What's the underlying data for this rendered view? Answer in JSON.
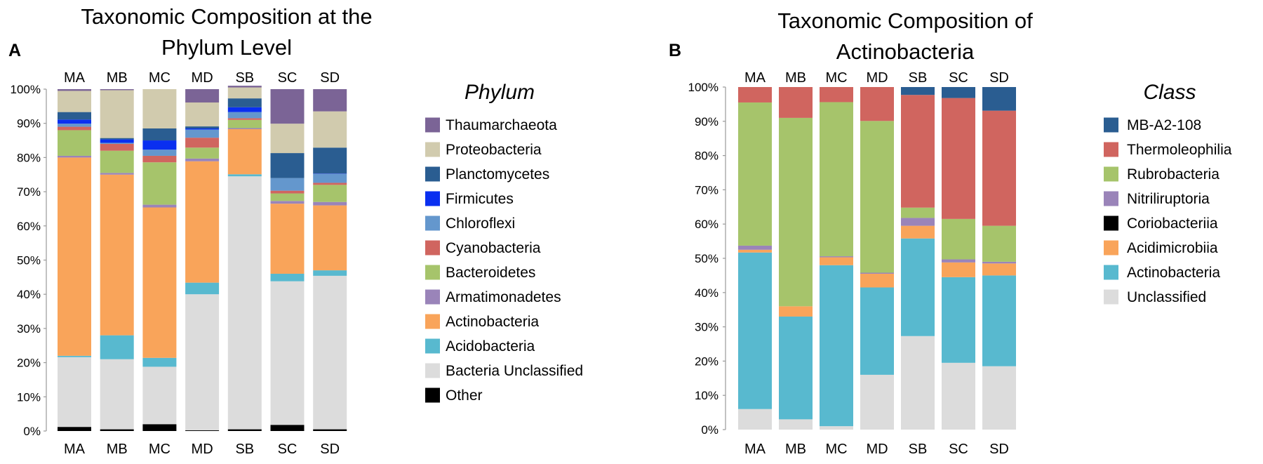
{
  "chart_data": [
    {
      "type": "bar",
      "stacked": true,
      "normalized": true,
      "panel_label": "A",
      "title": "Taxonomic Composition at the Phylum Level",
      "title_lines": [
        "Taxonomic Composition at the",
        "Phylum Level"
      ],
      "categories": [
        "MA",
        "MB",
        "MC",
        "MD",
        "SB",
        "SC",
        "SD"
      ],
      "ylim": [
        0,
        100
      ],
      "yticks": [
        "0%",
        "10%",
        "20%",
        "30%",
        "40%",
        "50%",
        "60%",
        "70%",
        "80%",
        "90%",
        "100%"
      ],
      "legend_title": "Phylum",
      "legend_position": "right",
      "series": [
        {
          "name": "Other",
          "color": "#000000",
          "values": [
            1.2,
            0.5,
            2.0,
            0.2,
            0.5,
            1.8,
            0.5
          ]
        },
        {
          "name": "Bacteria Unclassified",
          "color": "#dcdcdc",
          "values": [
            20.4,
            20.5,
            16.8,
            39.8,
            74.0,
            42.0,
            44.9
          ]
        },
        {
          "name": "Acidobacteria",
          "color": "#58b9cf",
          "values": [
            0.4,
            7.0,
            2.6,
            3.4,
            0.6,
            2.2,
            1.6
          ]
        },
        {
          "name": "Actinobacteria",
          "color": "#f9a45a",
          "values": [
            58.0,
            47.0,
            44.0,
            35.5,
            13.2,
            20.5,
            19.0
          ]
        },
        {
          "name": "Armatimonadetes",
          "color": "#9a84b9",
          "values": [
            0.5,
            0.5,
            0.8,
            0.8,
            0.3,
            0.8,
            1.0
          ]
        },
        {
          "name": "Bacteroidetes",
          "color": "#a6c46b",
          "values": [
            7.5,
            6.5,
            12.4,
            3.2,
            2.4,
            2.2,
            5.0
          ]
        },
        {
          "name": "Cyanobacteria",
          "color": "#d0655f",
          "values": [
            1.0,
            2.0,
            1.9,
            2.9,
            0.5,
            0.8,
            0.6
          ]
        },
        {
          "name": "Chloroflexi",
          "color": "#6497cd",
          "values": [
            0.9,
            0.3,
            1.8,
            2.4,
            1.8,
            3.7,
            2.6
          ]
        },
        {
          "name": "Firmicutes",
          "color": "#0a2ff0",
          "values": [
            1.2,
            1.0,
            2.7,
            0.3,
            1.4,
            0.0,
            0.1
          ]
        },
        {
          "name": "Planctomycetes",
          "color": "#2a5d91",
          "values": [
            2.2,
            0.4,
            3.5,
            0.6,
            2.6,
            7.3,
            7.6
          ]
        },
        {
          "name": "Proteobacteria",
          "color": "#d1cbae",
          "values": [
            6.2,
            14.0,
            11.5,
            7.0,
            3.2,
            8.6,
            10.6
          ]
        },
        {
          "name": "Thaumarchaeota",
          "color": "#7b6496",
          "values": [
            0.5,
            0.3,
            0.0,
            3.9,
            0.5,
            10.1,
            6.5
          ]
        }
      ],
      "legend_order": [
        "Thaumarchaeota",
        "Proteobacteria",
        "Planctomycetes",
        "Firmicutes",
        "Chloroflexi",
        "Cyanobacteria",
        "Bacteroidetes",
        "Armatimonadetes",
        "Actinobacteria",
        "Acidobacteria",
        "Bacteria Unclassified",
        "Other"
      ]
    },
    {
      "type": "bar",
      "stacked": true,
      "normalized": true,
      "panel_label": "B",
      "title": "Taxonomic Composition  of Actinobacteria",
      "title_lines": [
        "Taxonomic Composition  of",
        "Actinobacteria"
      ],
      "categories": [
        "MA",
        "MB",
        "MC",
        "MD",
        "SB",
        "SC",
        "SD"
      ],
      "ylim": [
        0,
        100
      ],
      "yticks": [
        "0%",
        "10%",
        "20%",
        "30%",
        "40%",
        "50%",
        "60%",
        "70%",
        "80%",
        "90%",
        "100%"
      ],
      "legend_title": "Class",
      "legend_position": "right",
      "series": [
        {
          "name": "Unclassified",
          "color": "#dcdcdc",
          "values": [
            6.0,
            3.0,
            1.0,
            16.0,
            27.3,
            19.5,
            18.5
          ]
        },
        {
          "name": "Actinobacteria",
          "color": "#58b9cf",
          "values": [
            45.7,
            30.0,
            47.0,
            25.5,
            28.5,
            25.0,
            26.5
          ]
        },
        {
          "name": "Acidimicrobiia",
          "color": "#f9a45a",
          "values": [
            0.8,
            3.0,
            2.3,
            4.0,
            3.7,
            4.3,
            3.5
          ]
        },
        {
          "name": "Coriobacteriia",
          "color": "#000000",
          "values": [
            0.0,
            0.0,
            0.0,
            0.0,
            0.0,
            0.0,
            0.0
          ]
        },
        {
          "name": "Nitriliruptoria",
          "color": "#9a84b9",
          "values": [
            1.2,
            0.0,
            0.3,
            0.3,
            2.3,
            0.9,
            0.5
          ]
        },
        {
          "name": "Rubrobacteria",
          "color": "#a6c46b",
          "values": [
            41.8,
            55.0,
            45.0,
            44.3,
            3.0,
            11.8,
            10.5
          ]
        },
        {
          "name": "Thermoleophilia",
          "color": "#d0655f",
          "values": [
            4.5,
            9.0,
            4.4,
            9.9,
            32.9,
            35.3,
            33.6
          ]
        },
        {
          "name": "MB-A2-108",
          "color": "#2a5d91",
          "values": [
            0.0,
            0.0,
            0.0,
            0.0,
            2.3,
            3.2,
            6.9
          ]
        }
      ],
      "legend_order": [
        "MB-A2-108",
        "Thermoleophilia",
        "Rubrobacteria",
        "Nitriliruptoria",
        "Coriobacteriia",
        "Acidimicrobiia",
        "Actinobacteria",
        "Unclassified"
      ]
    }
  ]
}
